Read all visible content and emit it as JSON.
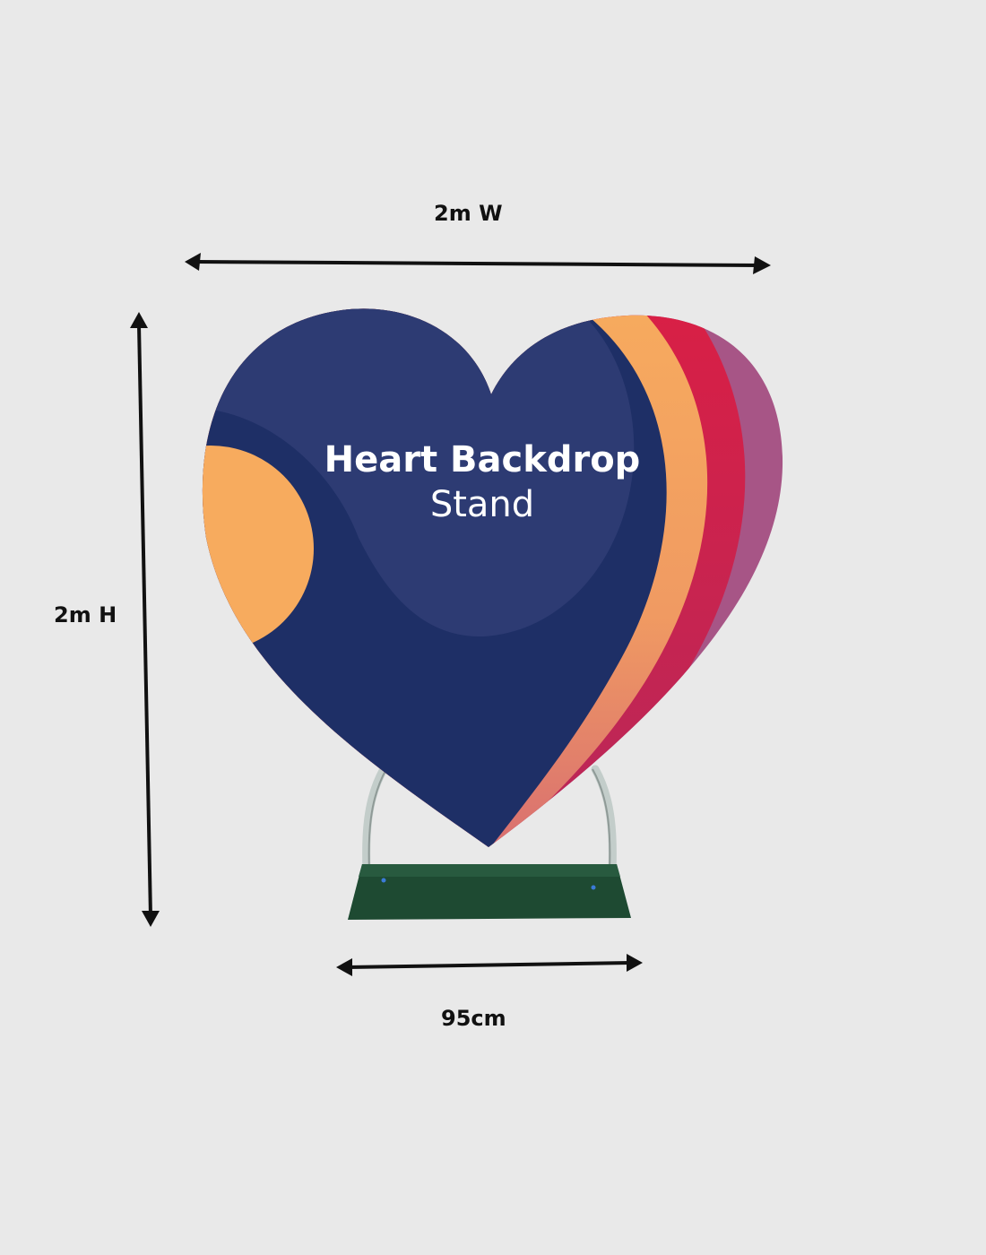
{
  "dimensions": {
    "width_label": "2m W",
    "height_label": "2m H",
    "base_label": "95cm"
  },
  "product": {
    "title": "Heart Backdrop",
    "subtitle": "Stand"
  },
  "colors": {
    "background": "#e9e9e9",
    "heart_navy": "#1e2f66",
    "heart_light": "#2d3b73",
    "orange": "#f7ab5e",
    "red": "#d91f45",
    "mauve": "#a75586",
    "base_green": "#1e4a32",
    "frame_grey": "#c3cdca",
    "arrow": "#111111"
  }
}
